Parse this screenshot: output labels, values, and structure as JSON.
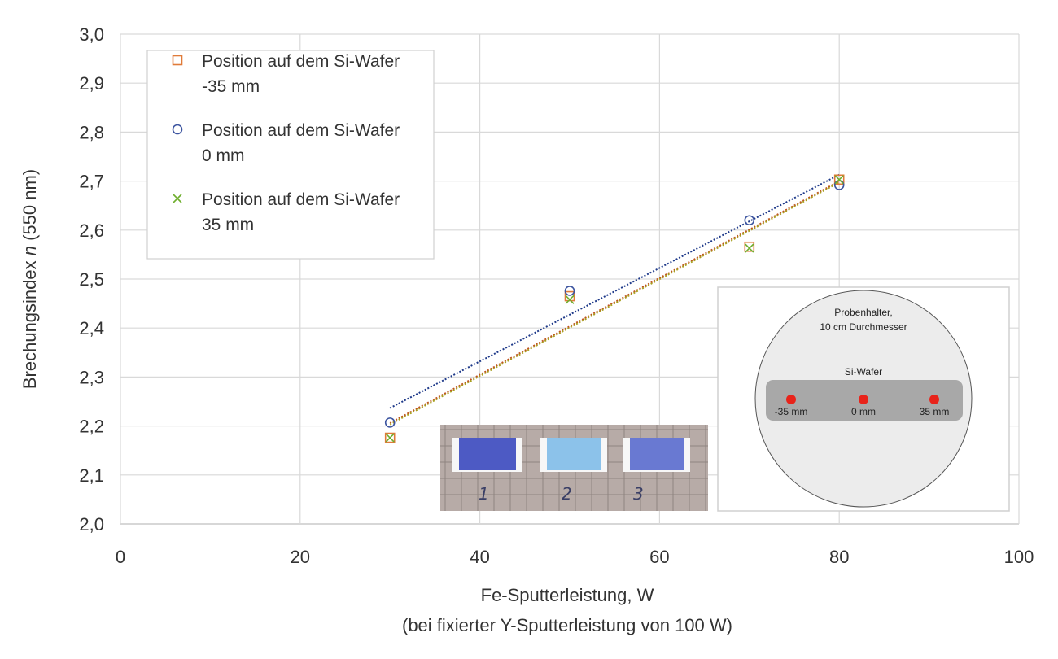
{
  "chart_data": {
    "type": "scatter",
    "xlabel": "Fe-Sputterleistung, W",
    "xlabel_line2": "(bei fixierter Y-Sputterleistung von 100 W)",
    "ylabel_prefix": "Brechungsindex ",
    "ylabel_italic": "n",
    "ylabel_suffix": " (550 nm)",
    "xlim": [
      0,
      100
    ],
    "ylim": [
      2.0,
      3.0
    ],
    "x_ticks": [
      0,
      20,
      40,
      60,
      80,
      100
    ],
    "x_tick_labels": [
      "0",
      "20",
      "40",
      "60",
      "80",
      "100"
    ],
    "y_ticks": [
      2.0,
      2.1,
      2.2,
      2.3,
      2.4,
      2.5,
      2.6,
      2.7,
      2.8,
      2.9,
      3.0
    ],
    "y_tick_labels": [
      "2,0",
      "2,1",
      "2,2",
      "2,3",
      "2,4",
      "2,5",
      "2,6",
      "2,7",
      "2,8",
      "2,9",
      "3,0"
    ],
    "grid": true,
    "legend_position": "top-left",
    "series": [
      {
        "name_line1": "Position auf dem Si-Wafer",
        "name_line2": "-35 mm",
        "marker": "square",
        "color": "#e07b39",
        "trend_color": "#c0501f",
        "x": [
          30,
          50,
          70,
          80
        ],
        "y": [
          2.176,
          2.465,
          2.566,
          2.703
        ]
      },
      {
        "name_line1": "Position auf dem Si-Wafer",
        "name_line2": "0 mm",
        "marker": "circle",
        "color": "#3d55a0",
        "trend_color": "#1f3a8a",
        "x": [
          30,
          50,
          70,
          80
        ],
        "y": [
          2.207,
          2.476,
          2.62,
          2.692
        ]
      },
      {
        "name_line1": "Position auf dem Si-Wafer",
        "name_line2": "35 mm",
        "marker": "x",
        "color": "#6fae2e",
        "trend_color": "#a8a020",
        "x": [
          30,
          50,
          70,
          80
        ],
        "y": [
          2.176,
          2.458,
          2.563,
          2.703
        ]
      }
    ],
    "inset": {
      "holder_line1": "Probenhalter,",
      "holder_line2": "10 cm Durchmesser",
      "wafer_label": "Si-Wafer",
      "positions": [
        "-35 mm",
        "0 mm",
        "35 mm"
      ],
      "dot_color": "#e8231a"
    },
    "photo": {
      "labels": [
        "1",
        "2",
        "3"
      ]
    }
  }
}
